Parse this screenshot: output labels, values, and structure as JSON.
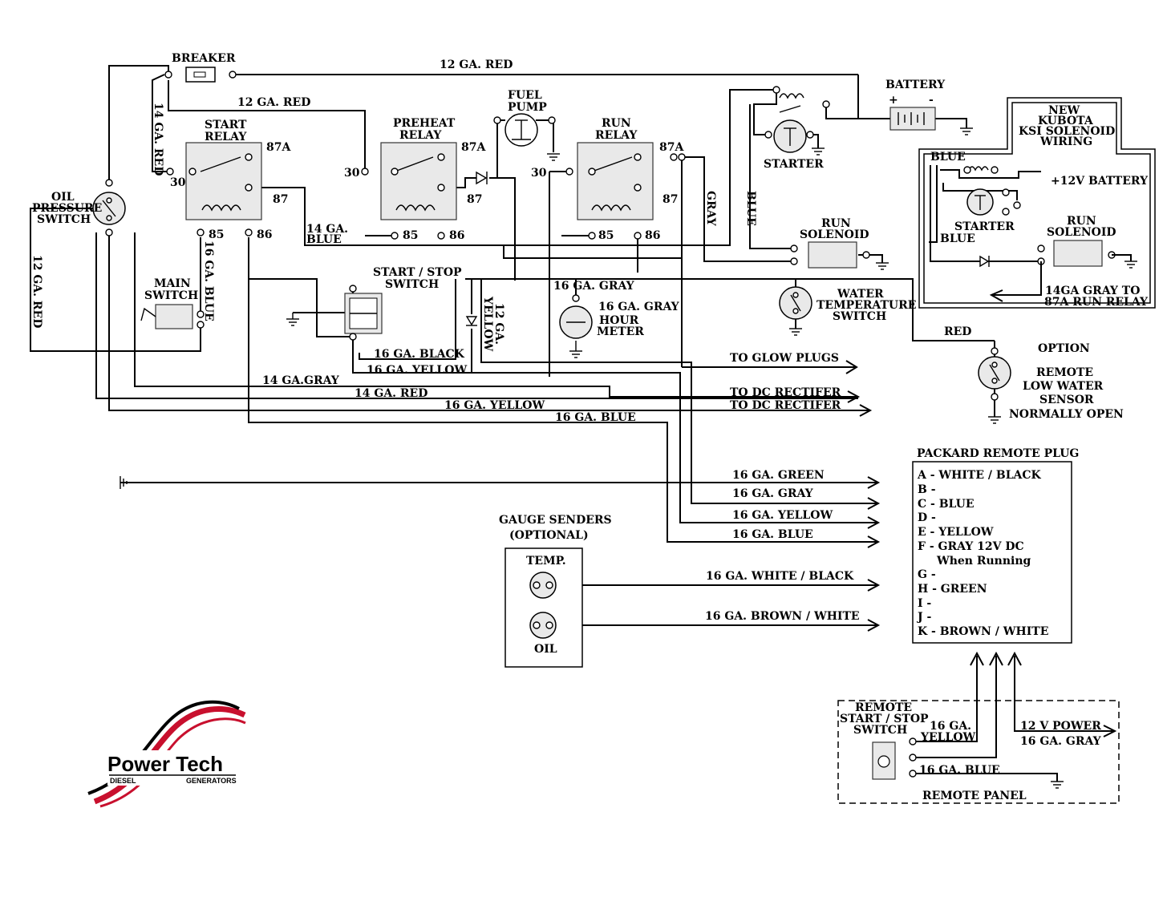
{
  "components": {
    "breaker": "BREAKER",
    "battery": "BATTERY",
    "starter": "STARTER",
    "fuel_pump": [
      "FUEL",
      "PUMP"
    ],
    "start_relay": [
      "START",
      "RELAY"
    ],
    "preheat_relay": [
      "PREHEAT",
      "RELAY"
    ],
    "run_relay": [
      "RUN",
      "RELAY"
    ],
    "oil_pressure_switch": [
      "OIL",
      "PRESSURE",
      "SWITCH"
    ],
    "main_switch": [
      "MAIN",
      "SWITCH"
    ],
    "start_stop_switch": [
      "START / STOP",
      "SWITCH"
    ],
    "hour_meter": [
      "HOUR",
      "METER"
    ],
    "run_solenoid": [
      "RUN",
      "SOLENOID"
    ],
    "water_temp_switch": [
      "WATER",
      "TEMPERATURE",
      "SWITCH"
    ],
    "gauge_senders": [
      "GAUGE SENDERS",
      "(OPTIONAL)"
    ],
    "temp_sender": "TEMP.",
    "oil_sender": "OIL",
    "remote_panel": "REMOTE PANEL",
    "remote_switch": [
      "REMOTE",
      "START / STOP",
      "SWITCH"
    ]
  },
  "relay_pins": {
    "p87a": "87A",
    "p30": "30",
    "p87": "87",
    "p85": "85",
    "p86": "86"
  },
  "wires": {
    "top_red": "12 GA. RED",
    "red_12b": "12 GA. RED",
    "red_14_vert": "14 GA. RED",
    "red_12_left": "12 GA. RED",
    "blue_16_vert": "16 GA. BLUE",
    "blue_14": [
      "14 GA.",
      "BLUE"
    ],
    "gray": "GRAY",
    "blue": "BLUE",
    "yellow_12": [
      "12 GA.",
      "YELLOW"
    ],
    "gray_16_top": "16 GA. GRAY",
    "gray_16_hour": "16 GA. GRAY",
    "black_16": "16 GA. BLACK",
    "yellow_16_sw": "16 GA. YELLOW",
    "gray_14": "14 GA.GRAY",
    "red_14": "14 GA. RED",
    "yellow_16": "16 GA. YELLOW",
    "blue_16": "16 GA. BLUE",
    "to_glow": "TO GLOW PLUGS",
    "to_dc1": "TO DC RECTIFER",
    "to_dc2": "TO DC RECTIFER",
    "out_green": "16 GA. GREEN",
    "out_gray": "16 GA. GRAY",
    "out_yellow": "16 GA. YELLOW",
    "out_blue": "16 GA. BLUE",
    "white_black": "16 GA. WHITE / BLACK",
    "brown_white": "16 GA. BROWN / WHITE",
    "red": "RED",
    "remote_yellow": [
      "16 GA.",
      "YELLOW"
    ],
    "remote_blue": "16 GA. BLUE",
    "remote_power": [
      "12 V POWER",
      "16 GA. GRAY"
    ]
  },
  "option": {
    "title": "OPTION",
    "lines": [
      "REMOTE",
      "LOW WATER",
      "SENSOR",
      "NORMALLY OPEN"
    ]
  },
  "kubota_inset": {
    "title": [
      "NEW",
      "KUBOTA",
      "KSI SOLENOID",
      "WIRING"
    ],
    "blue_top": "BLUE",
    "battery_12v": "+12V BATTERY",
    "starter": "STARTER",
    "blue_bottom": "BLUE",
    "run_solenoid": [
      "RUN",
      "SOLENOID"
    ],
    "note": [
      "14GA GRAY TO",
      "87A RUN RELAY"
    ]
  },
  "packard": {
    "title": "PACKARD REMOTE PLUG",
    "pins": [
      "A - WHITE / BLACK",
      "B -",
      "C - BLUE",
      "D -",
      "E - YELLOW",
      "F - GRAY 12V DC",
      "When Running",
      "G -",
      "H - GREEN",
      "I -",
      "J -",
      "K - BROWN / WHITE"
    ]
  },
  "logo": {
    "brand": "Power Tech",
    "left": "DIESEL",
    "right": "GENERATORS",
    "colors": {
      "red": "#c8102e",
      "black": "#000000"
    }
  }
}
